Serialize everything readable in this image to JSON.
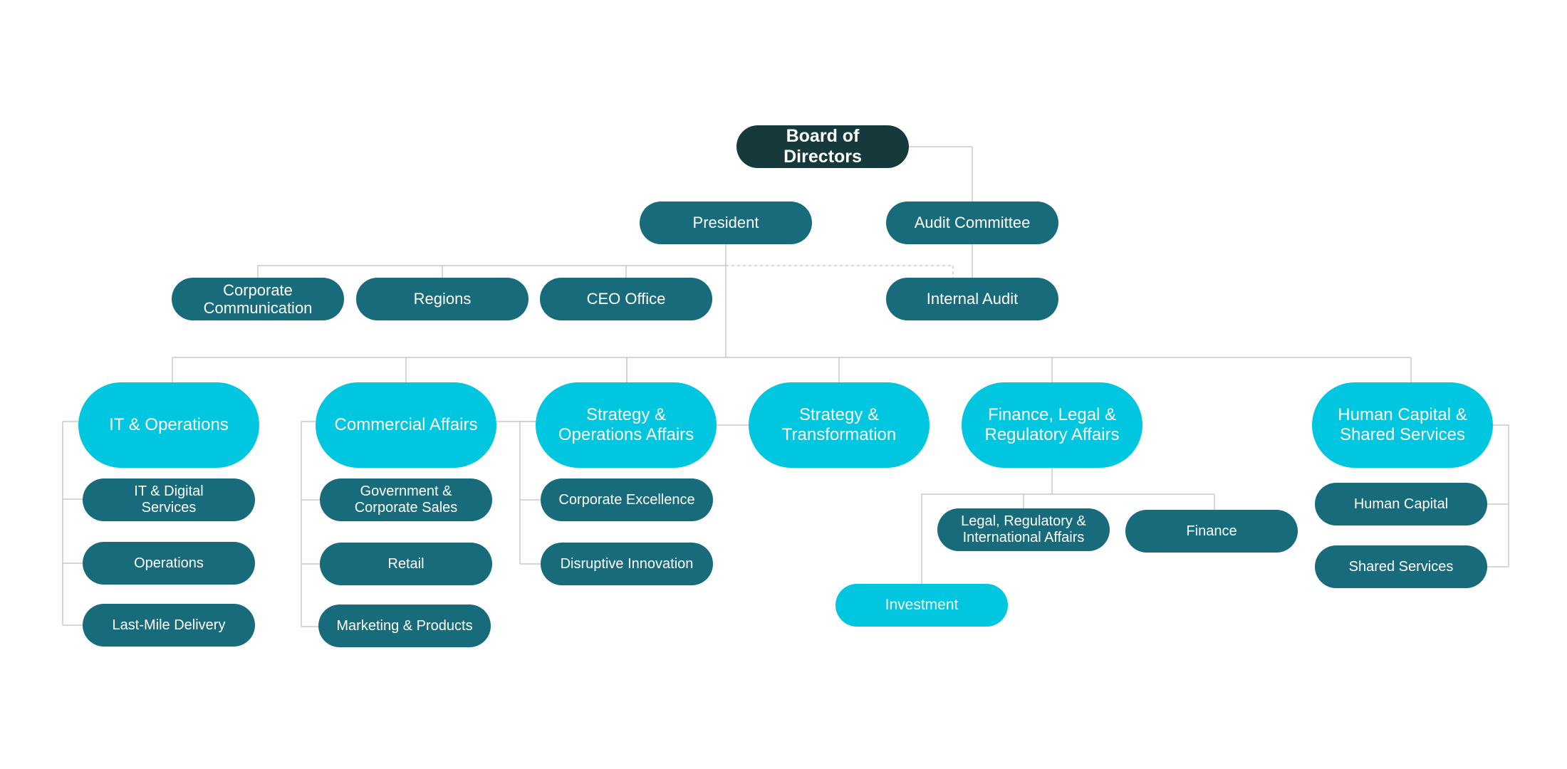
{
  "colors": {
    "root": "#163a3c",
    "teal": "#176b7b",
    "cyan": "#00c6e0",
    "connector": "#c8c8c8"
  },
  "org": {
    "board": "Board of Directors",
    "president": "President",
    "audit_committee": "Audit Committee",
    "internal_audit": "Internal Audit",
    "corporate_communication": "Corporate\nCommunication",
    "regions": "Regions",
    "ceo_office": "CEO Office",
    "it_operations": "IT & Operations",
    "it_digital_services": "IT & Digital\nServices",
    "operations": "Operations",
    "last_mile_delivery": "Last-Mile Delivery",
    "commercial_affairs": "Commercial Affairs",
    "government_corporate_sales": "Government &\nCorporate Sales",
    "retail": "Retail",
    "marketing_products": "Marketing & Products",
    "strategy_operations_affairs": "Strategy &\nOperations Affairs",
    "corporate_excellence": "Corporate Excellence",
    "disruptive_innovation": "Disruptive Innovation",
    "strategy_transformation": "Strategy &\nTransformation",
    "finance_legal_regulatory": "Finance, Legal &\nRegulatory Affairs",
    "legal_regulatory_international": "Legal, Regulatory &\nInternational  Affairs",
    "finance": "Finance",
    "investment": "Investment",
    "human_capital_shared_services": "Human Capital &\nShared Services",
    "human_capital": "Human Capital",
    "shared_services": "Shared Services"
  }
}
